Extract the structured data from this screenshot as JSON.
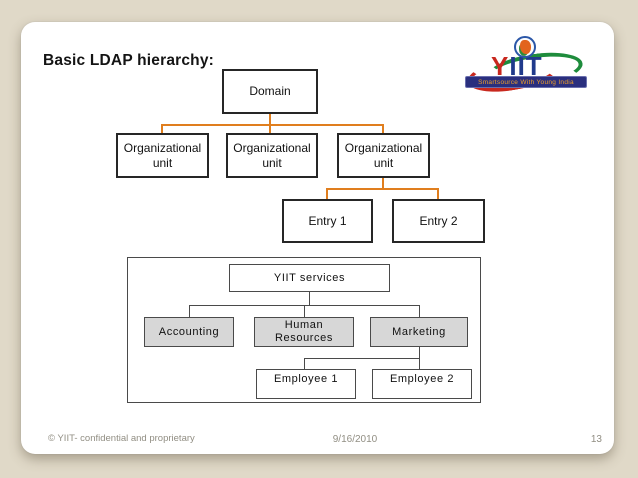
{
  "slide": {
    "title": "Basic LDAP hierarchy:",
    "copyright": "© YIIT- confidential and proprietary",
    "date": "9/16/2010",
    "page_number": "13"
  },
  "logo": {
    "letter_y": "Y",
    "letters_iit": "IIT",
    "tagline": "Smartsource With Young India"
  },
  "ldap_tree": {
    "type": "org-chart",
    "root": "Domain",
    "org_units": [
      "Organizational unit",
      "Organizational unit",
      "Organizational unit"
    ],
    "entries_parent_index": 2,
    "entries": [
      "Entry 1",
      "Entry 2"
    ]
  },
  "services_tree": {
    "type": "org-chart",
    "root": "YIIT services",
    "departments": [
      "Accounting",
      "Human Resources",
      "Marketing"
    ],
    "employees_parent": "Marketing",
    "employees": [
      "Employee 1",
      "Employee 2"
    ]
  },
  "colors": {
    "connector_orange": "#E07E1E",
    "inner_connector": "#4A4A4A",
    "department_fill": "#D7D7D7",
    "page_background": "#E0D9C8",
    "slide_background": "#FFFFFF",
    "logo_red": "#C8281E",
    "logo_blue": "#203A8C",
    "logo_green": "#1E8C3C",
    "banner_blue": "#2A2F7E",
    "banner_text": "#F0A028"
  }
}
